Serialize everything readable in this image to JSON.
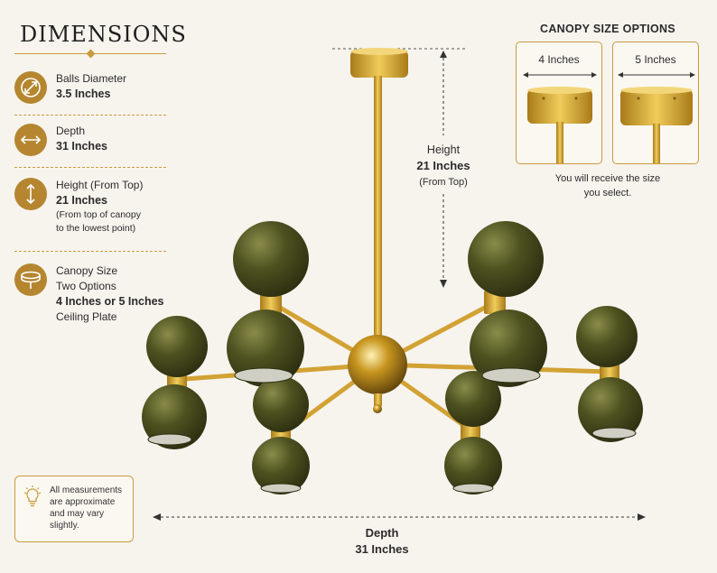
{
  "heading": "DIMENSIONS",
  "specs": [
    {
      "icon": "diameter-icon",
      "label": "Balls Diameter",
      "value": "3.5 Inches"
    },
    {
      "icon": "depth-arrows-icon",
      "label": "Depth",
      "value": "31 Inches"
    },
    {
      "icon": "height-arrows-icon",
      "label": "Height (From Top)",
      "value": "21 Inches",
      "note1": "(From top of canopy",
      "note2": "to the lowest point)"
    },
    {
      "icon": "canopy-icon",
      "label": "Canopy Size",
      "line2": "Two Options",
      "value": "4 Inches or 5 Inches",
      "line4": "Ceiling Plate"
    }
  ],
  "disclaimer": {
    "icon": "lightbulb-icon",
    "line1": "All measurements",
    "line2": "are approximate",
    "line3": "and may vary",
    "line4": "slightly."
  },
  "height_callout": {
    "label": "Height",
    "value": "21 Inches",
    "note": "(From Top)"
  },
  "depth_callout": {
    "label": "Depth",
    "value": "31 Inches"
  },
  "canopy_options": {
    "title": "CANOPY SIZE OPTIONS",
    "options": [
      {
        "label": "4 Inches"
      },
      {
        "label": "5 Inches"
      }
    ],
    "note1": "You will receive the size",
    "note2": "you select."
  },
  "colors": {
    "gold": "#c89b3c",
    "olive": "#4e5220",
    "background": "#f7f4ee",
    "brass": "#d9a72a"
  }
}
